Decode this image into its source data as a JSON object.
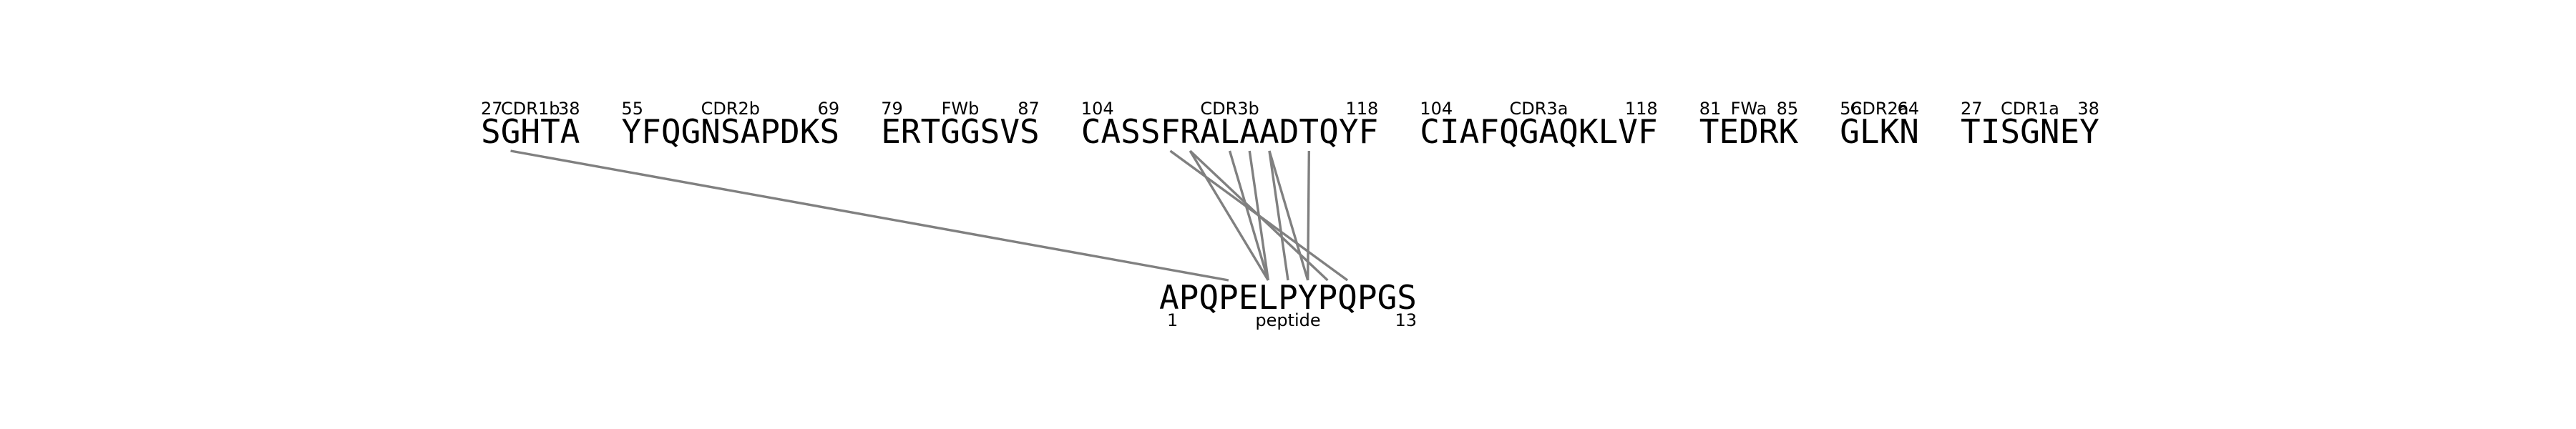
{
  "diagram": {
    "colors": {
      "background": "#ffffff",
      "text": "#000000",
      "link": "#808080"
    },
    "segments": [
      {
        "name": "CDR1b",
        "sequence": "SGHTA",
        "start": "27",
        "end": "38"
      },
      {
        "name": "CDR2b",
        "sequence": "YFQGNSAPDKS",
        "start": "55",
        "end": "69"
      },
      {
        "name": "FWb",
        "sequence": "ERTGGSVS",
        "start": "79",
        "end": "87"
      },
      {
        "name": "CDR3b",
        "sequence": "CASSFRALAADTQYF",
        "start": "104",
        "end": "118"
      },
      {
        "name": "CDR3a",
        "sequence": "CIAFQGAQKLVF",
        "start": "104",
        "end": "118"
      },
      {
        "name": "FWa",
        "sequence": "TEDRK",
        "start": "81",
        "end": "85"
      },
      {
        "name": "CDR2a",
        "sequence": "GLKN",
        "start": "56",
        "end": "64"
      },
      {
        "name": "CDR1a",
        "sequence": "TISGNEY",
        "start": "27",
        "end": "38"
      }
    ],
    "peptide": {
      "name": "peptide",
      "sequence": "APQPELPYPQPGS",
      "start": "1",
      "end": "13"
    },
    "contacts": [
      {
        "segment": 0,
        "residue": 1,
        "peptide_residue": 3
      },
      {
        "segment": 3,
        "residue": 4,
        "peptide_residue": 9
      },
      {
        "segment": 3,
        "residue": 5,
        "peptide_residue": 8
      },
      {
        "segment": 3,
        "residue": 5,
        "peptide_residue": 5
      },
      {
        "segment": 3,
        "residue": 7,
        "peptide_residue": 5
      },
      {
        "segment": 3,
        "residue": 8,
        "peptide_residue": 5
      },
      {
        "segment": 3,
        "residue": 9,
        "peptide_residue": 7
      },
      {
        "segment": 3,
        "residue": 9,
        "peptide_residue": 6
      },
      {
        "segment": 3,
        "residue": 11,
        "peptide_residue": 7
      }
    ]
  }
}
